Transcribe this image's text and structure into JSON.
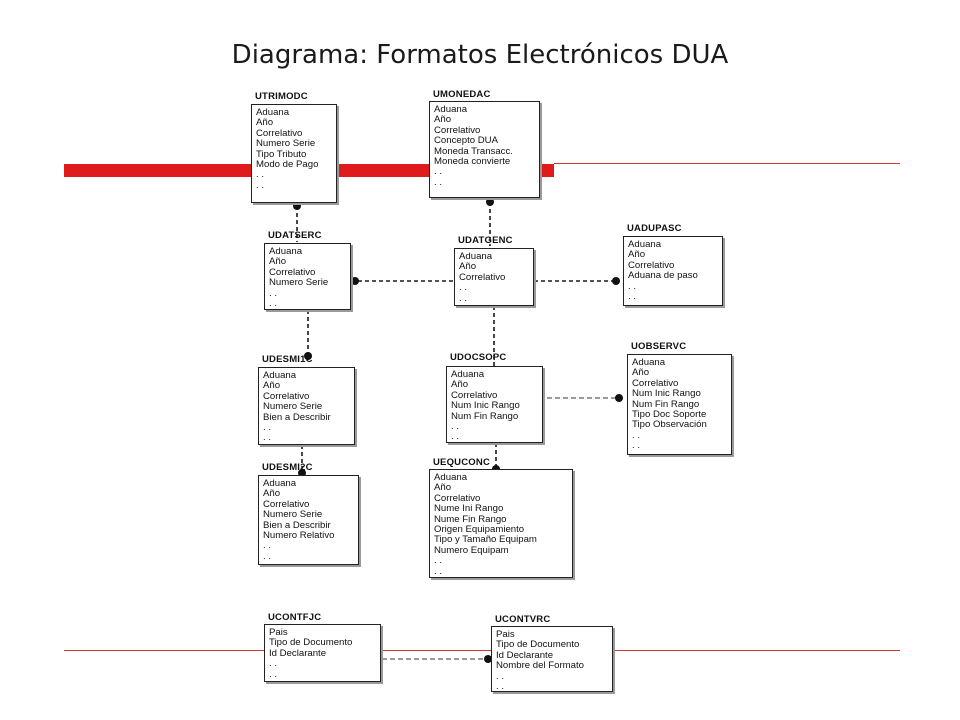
{
  "title": "Diagrama: Formatos Electrónicos DUA",
  "colors": {
    "accent": "#e01b1b",
    "connector": "#1a1a1a",
    "dashed_gray": "#9a9a9a"
  },
  "entities": [
    {
      "id": "utrimodc",
      "name": "UTRIMODC",
      "fields": [
        "Aduana",
        "Año",
        "Correlativo",
        "Numero Serie",
        "Tipo Tributo",
        "Modo de Pago",
        ". .",
        ". ."
      ]
    },
    {
      "id": "umonedac",
      "name": "UMONEDAC",
      "fields": [
        "Aduana",
        "Año",
        "Correlativo",
        "Concepto DUA",
        "Moneda Transacc.",
        "Moneda convierte",
        ". .",
        ". ."
      ]
    },
    {
      "id": "udatserc",
      "name": "UDATSERC",
      "fields": [
        "Aduana",
        "Año",
        "Correlativo",
        "Numero Serie",
        ". .",
        ". ."
      ]
    },
    {
      "id": "udatgenc",
      "name": "UDATGENC",
      "fields": [
        "Aduana",
        "Año",
        "Correlativo",
        ". .",
        ". ."
      ]
    },
    {
      "id": "uadupasc",
      "name": "UADUPASC",
      "fields": [
        "Aduana",
        "Año",
        "Correlativo",
        "Aduana de paso",
        ". .",
        ". ."
      ]
    },
    {
      "id": "udesmi1c",
      "name": "UDESMI1C",
      "fields": [
        "Aduana",
        "Año",
        "Correlativo",
        "Numero Serie",
        "Bien a Describir",
        ". .",
        ". ."
      ]
    },
    {
      "id": "udocsopc",
      "name": "UDOCSOPC",
      "fields": [
        "Aduana",
        "Año",
        "Correlativo",
        "Num Inic Rango",
        "Num Fin Rango",
        ". .",
        ". ."
      ]
    },
    {
      "id": "uobservc",
      "name": "UOBSERVC",
      "fields": [
        "Aduana",
        "Año",
        "Correlativo",
        "Num Inic Rango",
        "Num Fin Rango",
        "Tipo Doc Soporte",
        "Tipo Observación",
        ". .",
        ". ."
      ]
    },
    {
      "id": "udesmi2c",
      "name": "UDESMI2C",
      "fields": [
        "Aduana",
        "Año",
        "Correlativo",
        "Numero Serie",
        "Bien a Describir",
        "Numero Relativo",
        ". .",
        ". ."
      ]
    },
    {
      "id": "uequconc",
      "name": "UEQUCONC",
      "fields": [
        "Aduana",
        "Año",
        "Correlativo",
        "Nume Ini Rango",
        "Nume Fin Rango",
        "Origen Equipamiento",
        "Tipo y Tamaño Equipam",
        "Numero Equipam",
        ". .",
        ". ."
      ]
    },
    {
      "id": "ucontfjc",
      "name": "UCONTFJC",
      "fields": [
        "Pais",
        "Tipo de Documento",
        "Id Declarante",
        ". .",
        ". ."
      ]
    },
    {
      "id": "ucontvrc",
      "name": "UCONTVRC",
      "fields": [
        "Pais",
        "Tipo de Documento",
        "Id Declarante",
        "Nombre del Formato",
        ". .",
        ". ."
      ]
    }
  ],
  "relations": [
    {
      "from": "udatserc",
      "to": "utrimodc",
      "style": "dashed"
    },
    {
      "from": "udatgenc",
      "to": "umonedac",
      "style": "dashed"
    },
    {
      "from": "udatgenc",
      "to": "udatserc",
      "style": "dashed"
    },
    {
      "from": "udatgenc",
      "to": "uadupasc",
      "style": "dashed"
    },
    {
      "from": "udatserc",
      "to": "udesmi1c",
      "style": "dashed"
    },
    {
      "from": "udatgenc",
      "to": "udocsopc",
      "style": "dashed"
    },
    {
      "from": "udocsopc",
      "to": "uobservc",
      "style": "dashed-gray"
    },
    {
      "from": "udesmi1c",
      "to": "udesmi2c",
      "style": "dashed"
    },
    {
      "from": "udocsopc",
      "to": "uequconc",
      "style": "dashed"
    },
    {
      "from": "ucontfjc",
      "to": "ucontvrc",
      "style": "dashed-gray"
    }
  ]
}
